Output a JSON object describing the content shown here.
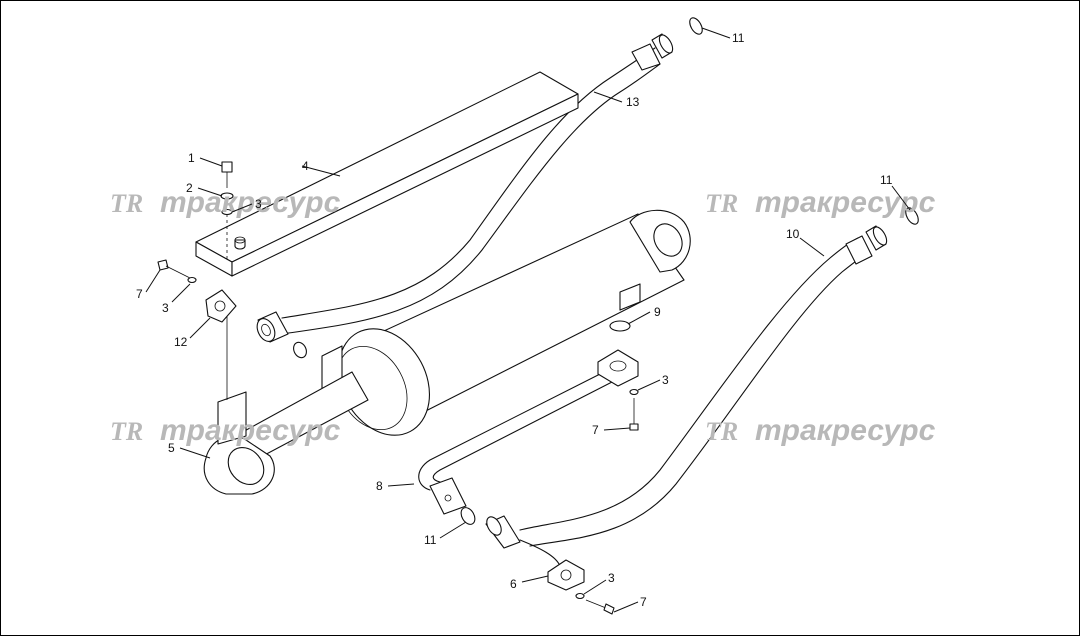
{
  "watermark": {
    "logo": "TR",
    "text": "тракресурс"
  },
  "callouts": [
    {
      "id": "c1",
      "label": "1"
    },
    {
      "id": "c2",
      "label": "2"
    },
    {
      "id": "c3a",
      "label": "3"
    },
    {
      "id": "c3b",
      "label": "3"
    },
    {
      "id": "c3c",
      "label": "3"
    },
    {
      "id": "c3d",
      "label": "3"
    },
    {
      "id": "c4",
      "label": "4"
    },
    {
      "id": "c5",
      "label": "5"
    },
    {
      "id": "c6",
      "label": "6"
    },
    {
      "id": "c7a",
      "label": "7"
    },
    {
      "id": "c7b",
      "label": "7"
    },
    {
      "id": "c7c",
      "label": "7"
    },
    {
      "id": "c8",
      "label": "8"
    },
    {
      "id": "c9",
      "label": "9"
    },
    {
      "id": "c10",
      "label": "10"
    },
    {
      "id": "c11a",
      "label": "11"
    },
    {
      "id": "c11b",
      "label": "11"
    },
    {
      "id": "c11c",
      "label": "11"
    },
    {
      "id": "c12",
      "label": "12"
    },
    {
      "id": "c13",
      "label": "13"
    }
  ]
}
